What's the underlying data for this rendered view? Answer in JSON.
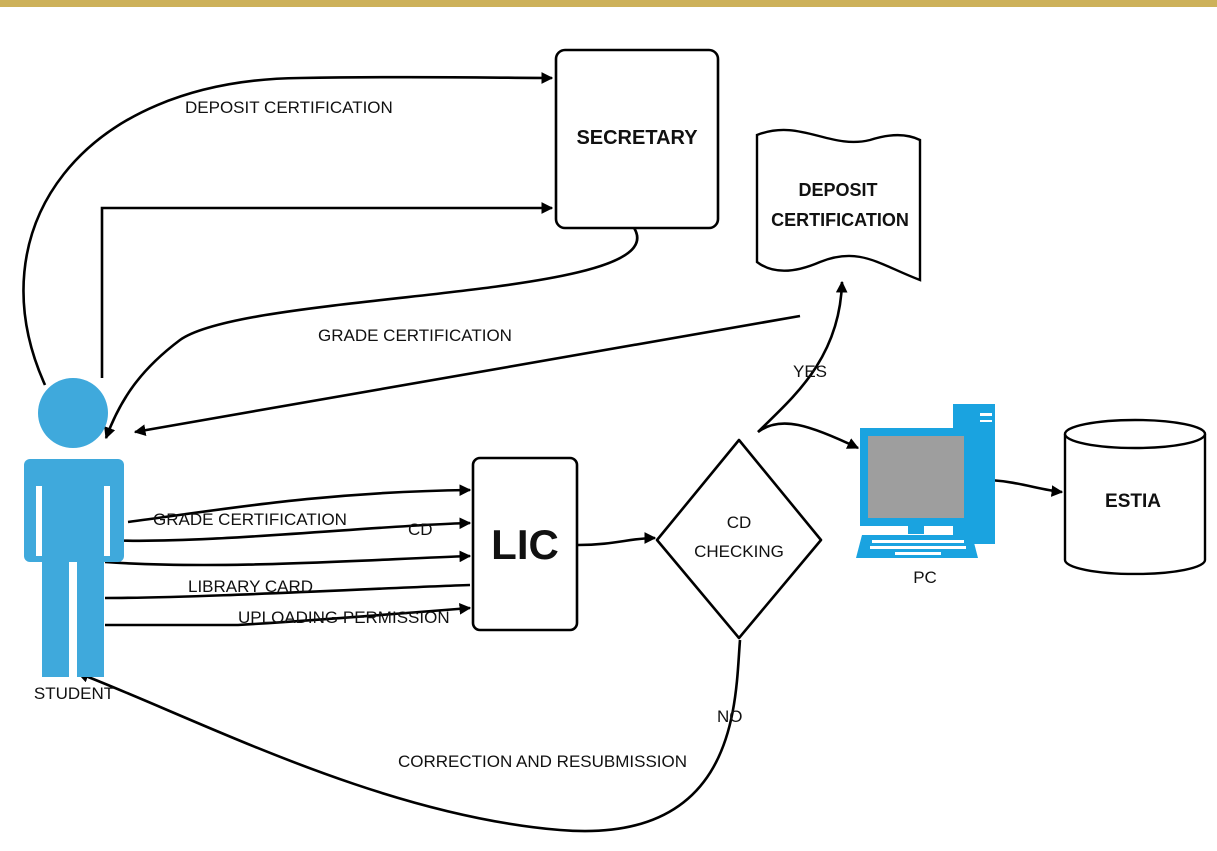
{
  "colors": {
    "border": "#cdb15a",
    "person": "#3fa9dc",
    "monitor": "#1aa3e0",
    "screen": "#9e9e9e",
    "stroke": "#000000"
  },
  "nodes": {
    "student": "STUDENT",
    "secretary": "SECRETARY",
    "deposit_certification": [
      "DEPOSIT",
      "CERTIFICATION"
    ],
    "lic": "LIC",
    "cd_checking": [
      "CD",
      "CHECKING"
    ],
    "pc": "PC",
    "estia": "ESTIA"
  },
  "edges": {
    "deposit_certification": "DEPOSIT CERTIFICATION",
    "grade_certification_top": "GRADE CERTIFICATION",
    "grade_certification": "GRADE CERTIFICATION",
    "cd": "CD",
    "library_card": "LIBRARY CARD",
    "uploading_permission": "UPLOADING PERMISSION",
    "yes": "YES",
    "no": "NO",
    "correction": "CORRECTION AND RESUBMISSION"
  },
  "icons": {
    "student": "person-icon",
    "pc": "computer-icon",
    "estia": "database-icon"
  }
}
